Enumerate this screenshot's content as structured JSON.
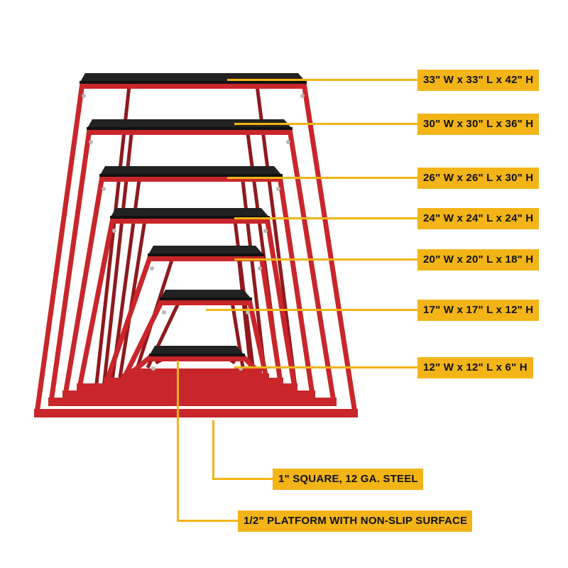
{
  "colors": {
    "frame_red": "#c8262b",
    "frame_dark": "#8e1a1e",
    "platform_black": "#222222",
    "callout_yellow": "#f2b417",
    "callout_text": "#111111"
  },
  "boxes": [
    {
      "label": "33\" W x 33\" L x 42\" H"
    },
    {
      "label": "30\" W x 30\" L x 36\" H"
    },
    {
      "label": "26\" W x 26\" L x 30\" H"
    },
    {
      "label": "24\" W x 24\" L x 24\" H"
    },
    {
      "label": "20\" W x 20\" L x 18\" H"
    },
    {
      "label": "17\" W x 17\" L x 12\" H"
    },
    {
      "label": "12\" W x 12\" L x 6\" H"
    }
  ],
  "material_callouts": {
    "steel": "1\" SQUARE, 12 GA. STEEL",
    "platform": "1/2\" PLATFORM WITH NON-SLIP SURFACE"
  }
}
